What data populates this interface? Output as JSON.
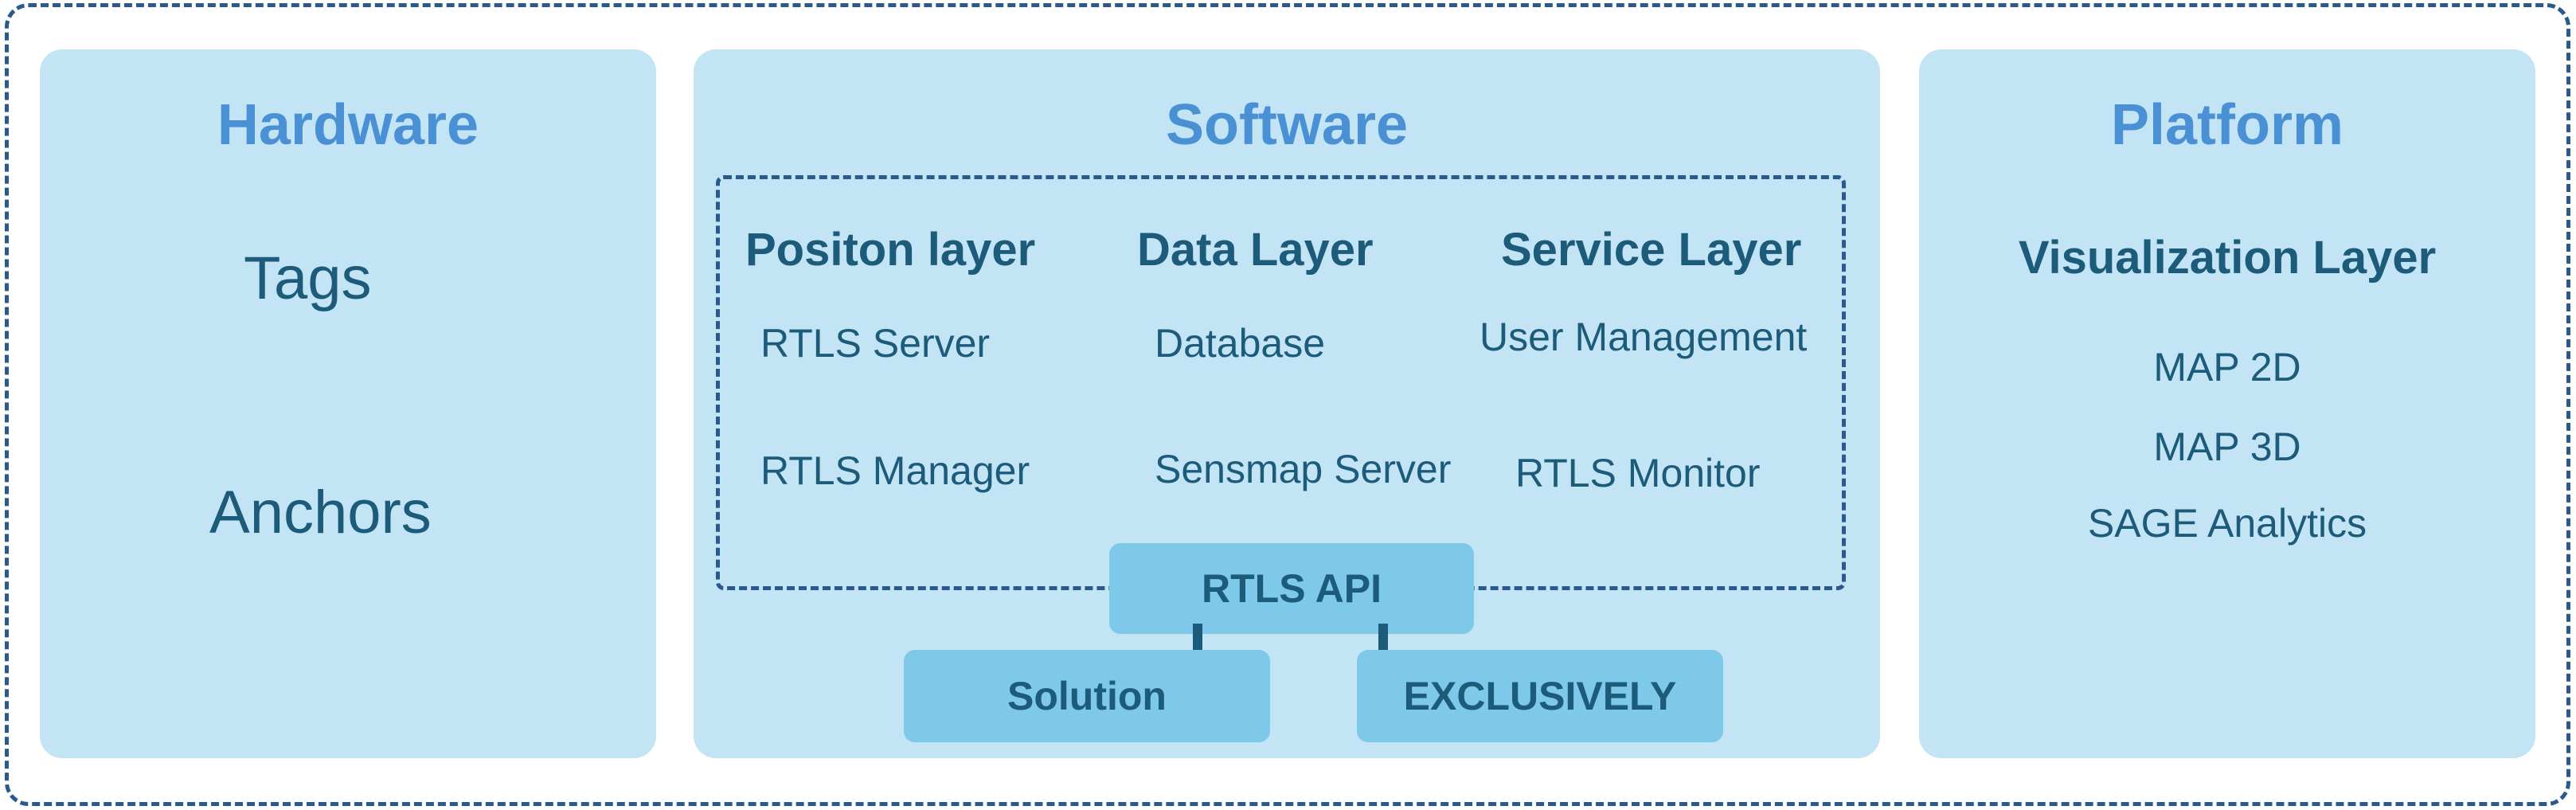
{
  "hardware": {
    "title": "Hardware",
    "items": [
      "Tags",
      "Anchors"
    ]
  },
  "software": {
    "title": "Software",
    "columns": [
      {
        "heading": "Positon layer",
        "items": [
          "RTLS Server",
          "RTLS Manager"
        ]
      },
      {
        "heading": "Data Layer",
        "items": [
          "Database",
          "Sensmap Server"
        ]
      },
      {
        "heading": "Service Layer",
        "items": [
          "User Management",
          "RTLS Monitor"
        ]
      }
    ],
    "api": "RTLS API",
    "outputs": [
      "Solution",
      "EXCLUSIVELY"
    ]
  },
  "platform": {
    "title": "Platform",
    "heading": "Visualization Layer",
    "items": [
      "MAP 2D",
      "MAP 3D",
      "SAGE Analytics"
    ]
  },
  "colors": {
    "panel": "#c2e4f4",
    "title": "#4a90d4",
    "text": "#1c5b7a",
    "box": "#7ec8e9",
    "border": "#2a5a8c"
  }
}
